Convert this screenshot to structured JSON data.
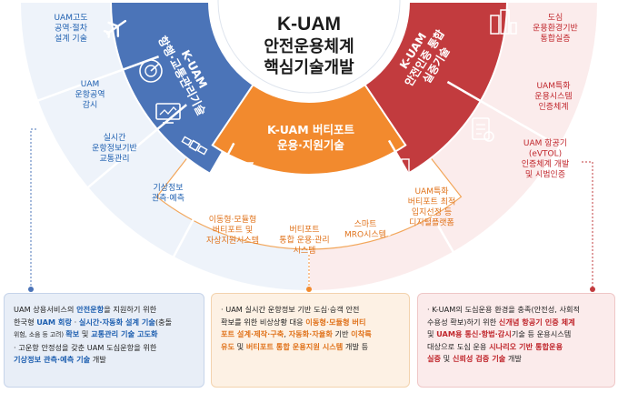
{
  "title": {
    "line1": "K-UAM",
    "line2": "안전운용체계",
    "line3": "핵심기술개발"
  },
  "center_band": {
    "title_line1": "K-UAM 버티포트",
    "title_line2": "운용·지원기술"
  },
  "left_band": {
    "title_line1": "K-UAM",
    "title_line2": "항행·교통관리기술"
  },
  "right_band": {
    "title_line1": "K-UAM",
    "title_line2": "안전인증 통합",
    "title_line3": "실증기술"
  },
  "left_items": [
    {
      "lines": [
        "UAM고도",
        "공역·절차",
        "설계 기술"
      ]
    },
    {
      "lines": [
        "UAM",
        "운항공역",
        "감시"
      ]
    },
    {
      "lines": [
        "실시간",
        "운항정보기반",
        "교통관리"
      ]
    },
    {
      "lines": [
        "기상정보",
        "관측·예측"
      ]
    }
  ],
  "center_items": [
    {
      "lines": [
        "이동형·모듈형",
        "버티포트 및",
        "자상지원시스템"
      ]
    },
    {
      "lines": [
        "버티포트",
        "통합 운용·관리",
        "시스템"
      ]
    },
    {
      "lines": [
        "스마트",
        "MRO시스템"
      ]
    },
    {
      "lines": [
        "UAM특화",
        "버티포트 최적",
        "입지선정 등",
        "디지털플랫폼"
      ]
    }
  ],
  "right_items": [
    {
      "lines": [
        "도심",
        "운용환경기반",
        "통합실증"
      ]
    },
    {
      "lines": [
        "UAM특화",
        "운용시스템",
        "인증체계"
      ]
    },
    {
      "lines": [
        "UAM 항공기",
        "(eVTOL)",
        "인증체계 개발",
        "및 시범인증"
      ]
    }
  ],
  "icons": {
    "left": [
      "airplane-icon",
      "radar-icon",
      "monitor-icon",
      "satellite-icon"
    ],
    "center": [
      "control-tower-icon",
      "seats-gate-icon",
      "hangar-icon",
      "drone-city-icon"
    ],
    "right": [
      "city-buildings-icon",
      "certification-document-icon"
    ]
  },
  "notes": {
    "left": [
      {
        "parts": [
          {
            "t": "UAM 상용서비스의 "
          },
          {
            "t": "안전운항",
            "em": true
          },
          {
            "t": "을 지원하기 위한"
          }
        ]
      },
      {
        "parts": [
          {
            "t": "한국형 "
          },
          {
            "t": "UAM 회랑",
            "em": true
          },
          {
            "t": " · "
          },
          {
            "t": "실시간·자동화 설계 기술",
            "em": true
          },
          {
            "t": "(충돌"
          }
        ]
      },
      {
        "parts": [
          {
            "t": "위험, 소음 등 고려) ",
            "small": true
          },
          {
            "t": "확보",
            "em": true
          },
          {
            "t": " 및 "
          },
          {
            "t": "교통관리 기술 고도화",
            "em": true
          }
        ]
      },
      {
        "parts": [
          {
            "t": "· 고운항 안정성을 갖춘 UAM 도심운항을 위한"
          }
        ]
      },
      {
        "parts": [
          {
            "t": "  "
          },
          {
            "t": "기상정보 관측·예측 기술",
            "em": true
          },
          {
            "t": " 개발"
          }
        ]
      }
    ],
    "center": [
      {
        "parts": [
          {
            "t": "· UAM 실시간 운항정보 기반 도심·승객 안전"
          }
        ]
      },
      {
        "parts": [
          {
            "t": "  확보를 위한 비상상황 대응 "
          },
          {
            "t": "이동형·모듈형 버티",
            "em": true
          }
        ]
      },
      {
        "parts": [
          {
            "t": "  "
          },
          {
            "t": "포트 설계·제작·구축",
            "em": true
          },
          {
            "t": ", "
          },
          {
            "t": "자동화·자율화",
            "em": true
          },
          {
            "t": " 기반 "
          },
          {
            "t": "이착륙",
            "em": true
          }
        ]
      },
      {
        "parts": [
          {
            "t": "  "
          },
          {
            "t": "유도",
            "em": true
          },
          {
            "t": " 및 "
          },
          {
            "t": "버티포트 통합 운용지원 시스템",
            "em": true
          },
          {
            "t": " 개발  등"
          }
        ]
      }
    ],
    "right": [
      {
        "parts": [
          {
            "t": "· K-UAM의 도심운용 환경을 충족(안전성, 사회적"
          }
        ]
      },
      {
        "parts": [
          {
            "t": "  수용성 확보)하기 위한 "
          },
          {
            "t": "신개념 항공기 인증  체계",
            "em": true
          }
        ]
      },
      {
        "parts": [
          {
            "t": "  및 "
          },
          {
            "t": "UAM용 통신·항법·감시",
            "em": true
          },
          {
            "t": "기술  등 운용시스템"
          }
        ]
      },
      {
        "parts": [
          {
            "t": "  대상으로 도심 운용 "
          },
          {
            "t": "시나리오 기반 통합운용",
            "em": true
          }
        ]
      },
      {
        "parts": [
          {
            "t": "  "
          },
          {
            "t": "실증",
            "em": true
          },
          {
            "t": " 및 "
          },
          {
            "t": "신뢰성 검증 기술",
            "em": true
          },
          {
            "t": " 개발"
          }
        ]
      }
    ]
  },
  "colors": {
    "outer_ring": "#ffffff",
    "blue_ring": "#4b74b8",
    "blue_outer": "#eef3fa",
    "orange_band": "#f28a2e",
    "red_ring": "#c23b3e",
    "red_outer": "#fbecec",
    "title_text": "#1b1b1b"
  }
}
